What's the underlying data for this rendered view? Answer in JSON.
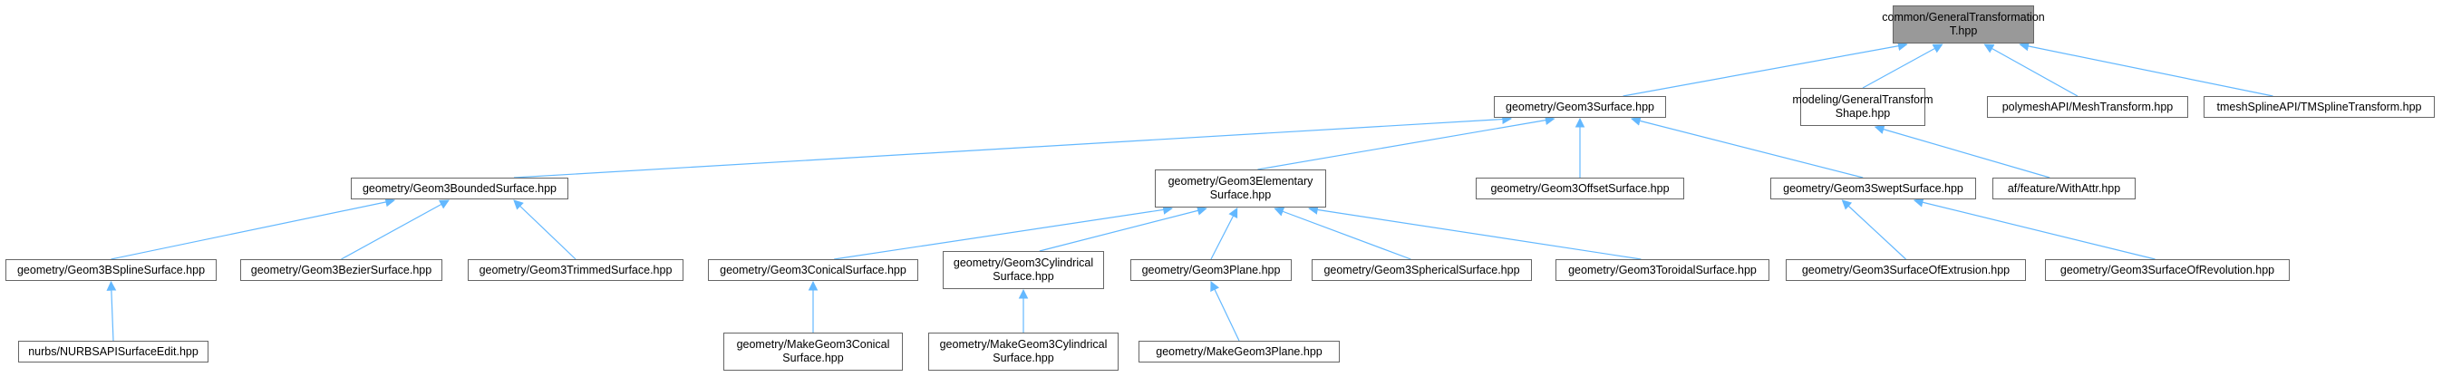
{
  "colors": {
    "edge": "#63b8ff",
    "box_border": "#666666",
    "root_fill": "#999999",
    "box_fill": "#ffffff"
  },
  "nodes": {
    "root": [
      "common/GeneralTransformation",
      "T.hpp"
    ],
    "surface": [
      "geometry/Geom3Surface.hpp"
    ],
    "modshape": [
      "modeling/GeneralTransform",
      "Shape.hpp"
    ],
    "meshtr": [
      "polymeshAPI/MeshTransform.hpp"
    ],
    "tspline": [
      "tmeshSplineAPI/TMSplineTransform.hpp"
    ],
    "bounded": [
      "geometry/Geom3BoundedSurface.hpp"
    ],
    "elementary": [
      "geometry/Geom3Elementary",
      "Surface.hpp"
    ],
    "offset": [
      "geometry/Geom3OffsetSurface.hpp"
    ],
    "swept": [
      "geometry/Geom3SweptSurface.hpp"
    ],
    "withattr": [
      "af/feature/WithAttr.hpp"
    ],
    "bspline": [
      "geometry/Geom3BSplineSurface.hpp"
    ],
    "bezier": [
      "geometry/Geom3BezierSurface.hpp"
    ],
    "trimmed": [
      "geometry/Geom3TrimmedSurface.hpp"
    ],
    "conical": [
      "geometry/Geom3ConicalSurface.hpp"
    ],
    "cylindrical": [
      "geometry/Geom3Cylindrical",
      "Surface.hpp"
    ],
    "plane": [
      "geometry/Geom3Plane.hpp"
    ],
    "spherical": [
      "geometry/Geom3SphericalSurface.hpp"
    ],
    "toroidal": [
      "geometry/Geom3ToroidalSurface.hpp"
    ],
    "extrusion": [
      "geometry/Geom3SurfaceOfExtrusion.hpp"
    ],
    "revolution": [
      "geometry/Geom3SurfaceOfRevolution.hpp"
    ],
    "nurbsedit": [
      "nurbs/NURBSAPISurfaceEdit.hpp"
    ],
    "mkconical": [
      "geometry/MakeGeom3Conical",
      "Surface.hpp"
    ],
    "mkcylindrical": [
      "geometry/MakeGeom3Cylindrical",
      "Surface.hpp"
    ],
    "mkplane": [
      "geometry/MakeGeom3Plane.hpp"
    ]
  }
}
